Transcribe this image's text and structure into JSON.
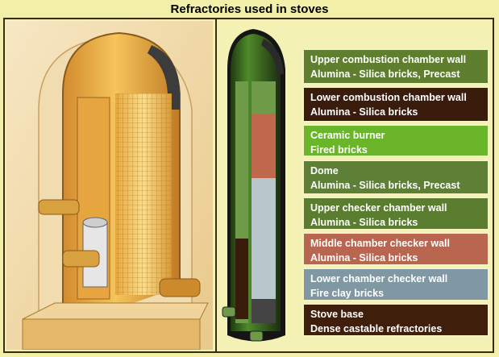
{
  "title": "Refractories used in stoves",
  "labels": [
    {
      "name": "Upper combustion chamber wall",
      "material": "Alumina - Silica bricks, Precast",
      "color": "#5f7f2f"
    },
    {
      "name": "Lower combustion chamber wall",
      "material": "Alumina - Silica bricks",
      "color": "#3a1c0c"
    },
    {
      "name": "Ceramic burner",
      "material": "Fired bricks",
      "color": "#6bb52a"
    },
    {
      "name": "Dome",
      "material": "Alumina - Silica bricks, Precast",
      "color": "#5e7f36"
    },
    {
      "name": "Upper checker chamber wall",
      "material": "Alumina - Silica bricks",
      "color": "#5b7d30"
    },
    {
      "name": "Middle chamber checker wall",
      "material": "Alumina - Silica bricks",
      "color": "#b86650"
    },
    {
      "name": "Lower chamber checker wall",
      "material": "Fire clay bricks",
      "color": "#7f98a3"
    },
    {
      "name": "Stove base",
      "material": "Dense castable refractories",
      "color": "#3f1e0c"
    }
  ]
}
